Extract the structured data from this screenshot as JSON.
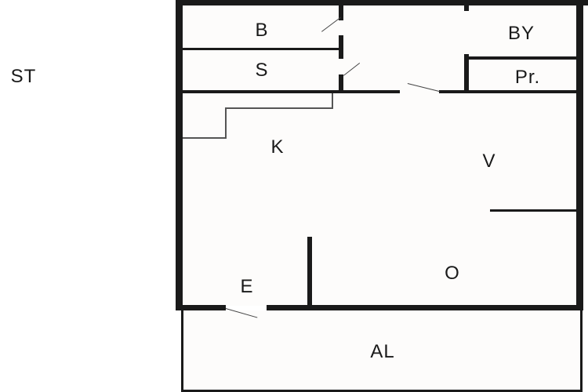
{
  "floorplan": {
    "outside_label": "ST",
    "rooms": [
      {
        "id": "bath",
        "label": "B"
      },
      {
        "id": "sauna",
        "label": "S"
      },
      {
        "id": "bedroom",
        "label": "BY"
      },
      {
        "id": "closet",
        "label": "Pr."
      },
      {
        "id": "kitchen",
        "label": "K"
      },
      {
        "id": "wardrobe",
        "label": "V"
      },
      {
        "id": "living",
        "label": "O"
      },
      {
        "id": "entrance",
        "label": "E"
      },
      {
        "id": "balcony",
        "label": "AL"
      }
    ],
    "colors": {
      "wall": "#1a1a1a",
      "floor": "#fdfcfb",
      "background": "#ffffff"
    }
  }
}
